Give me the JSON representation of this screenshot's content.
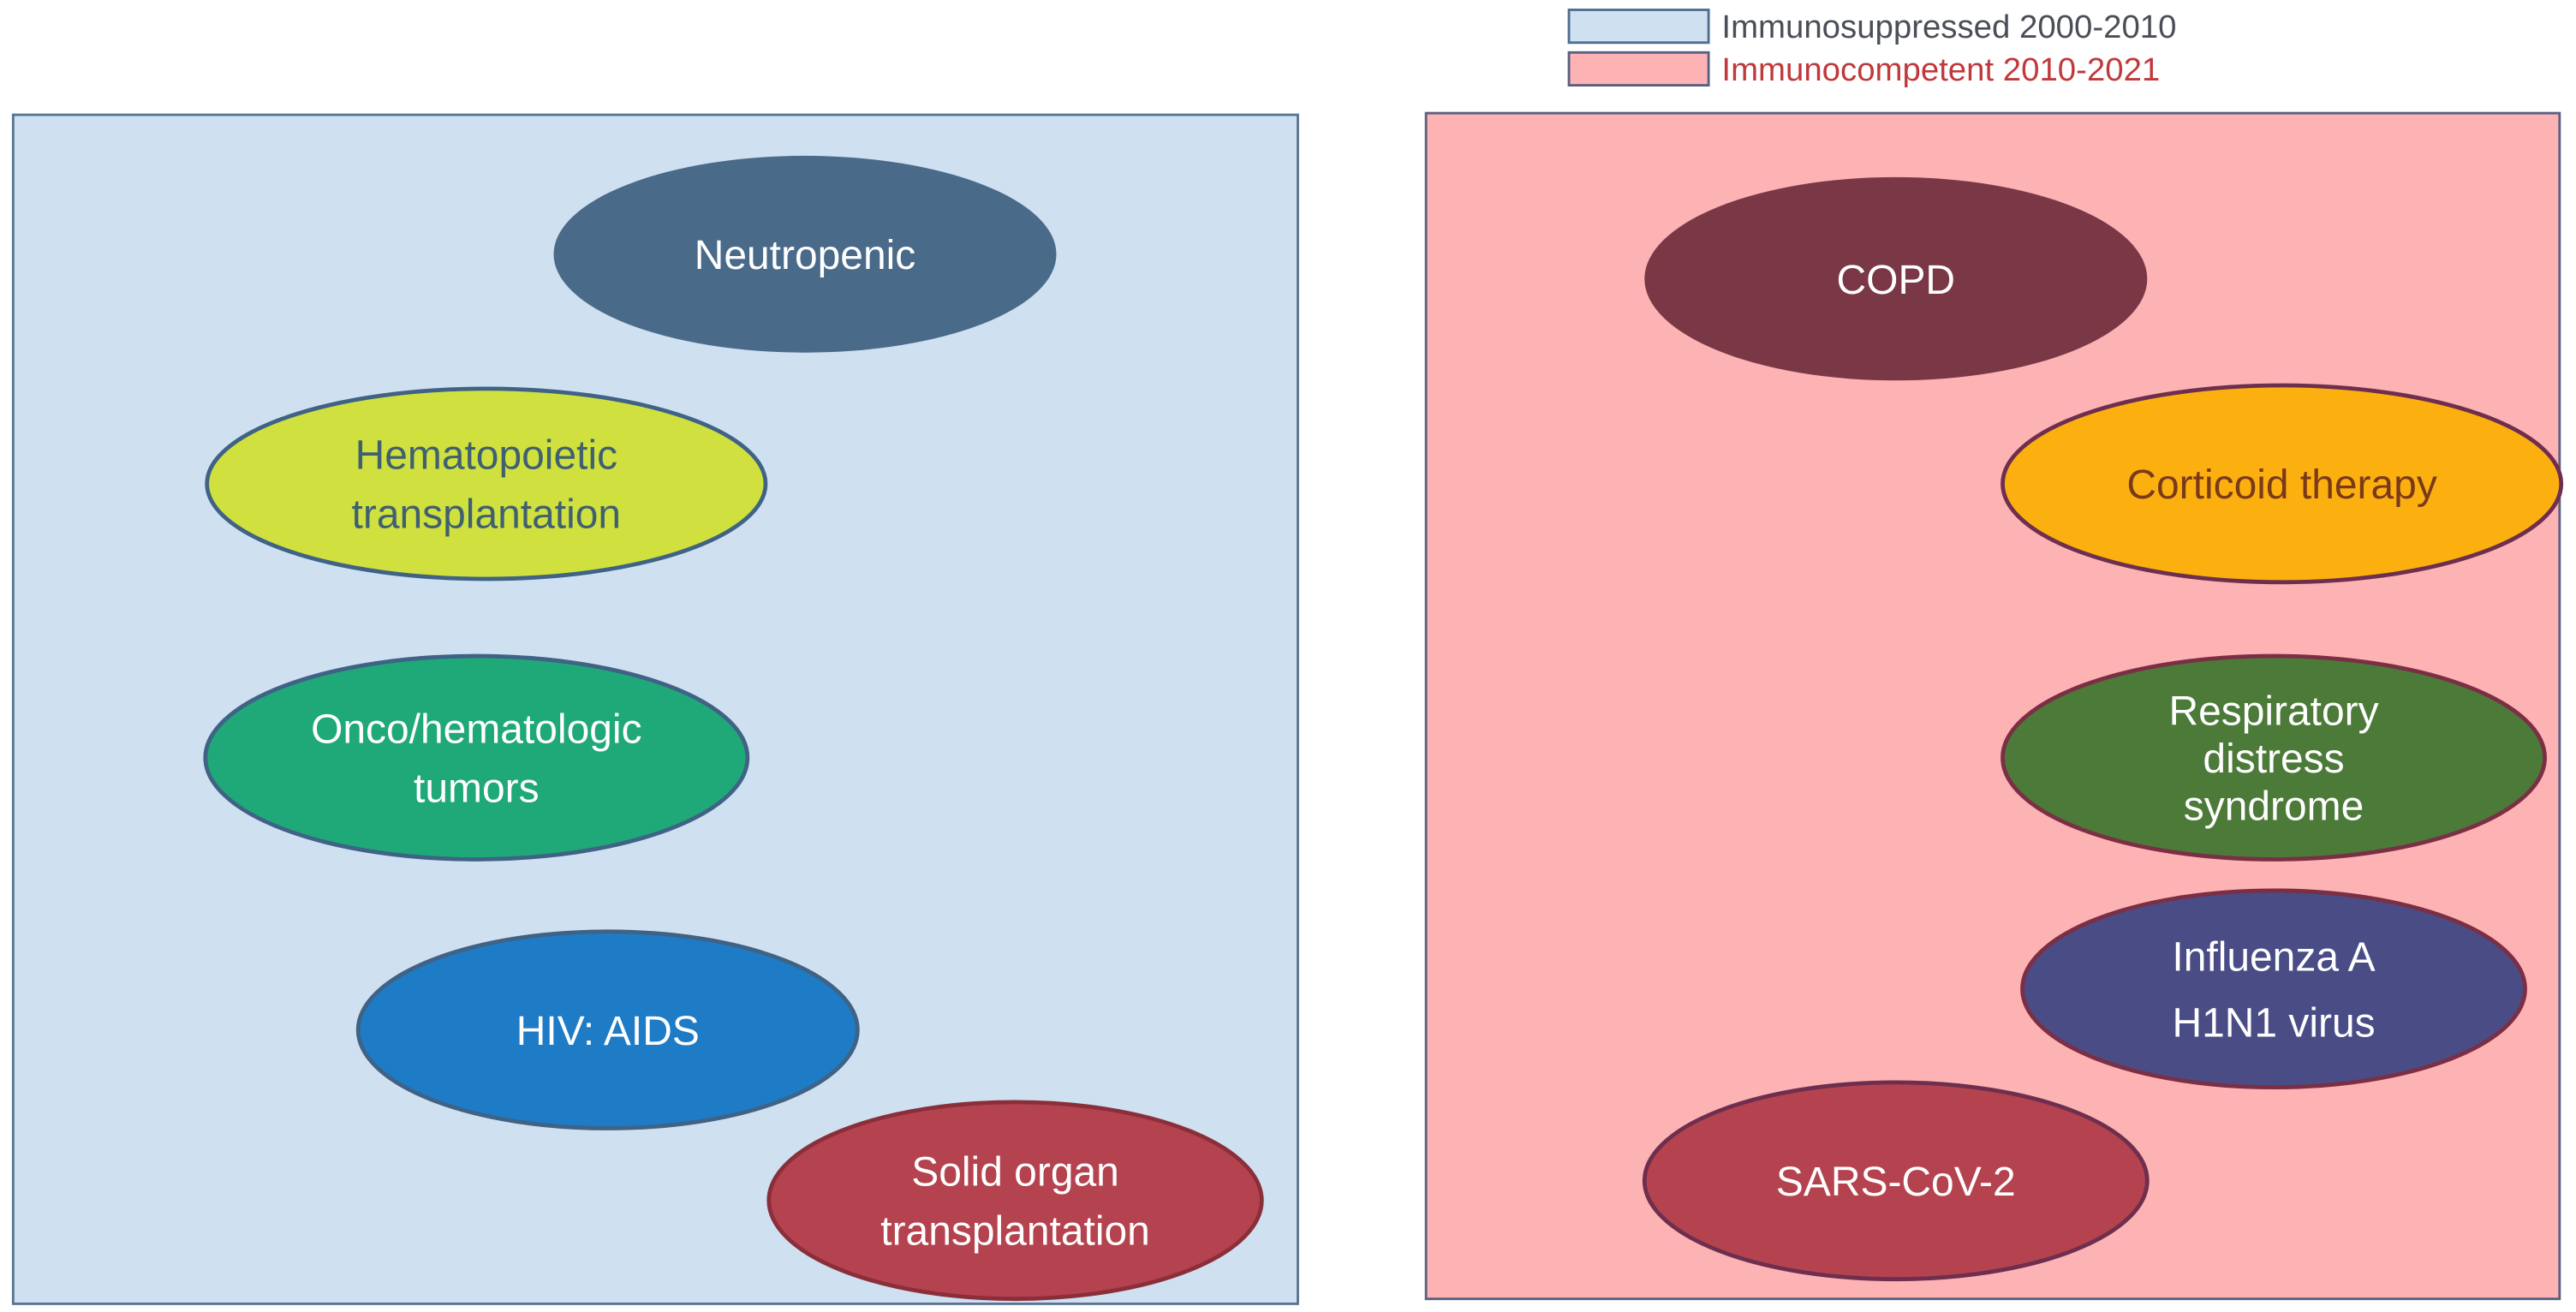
{
  "legend": {
    "items": [
      {
        "label": "Immunosuppressed 2000-2010",
        "swatch_color": "#cfe0f1",
        "text_color": "#4a4f57"
      },
      {
        "label": "Immunocompetent 2010-2021",
        "swatch_color": "#fdb2b4",
        "text_color": "#c0393b"
      }
    ]
  },
  "panels": {
    "immunosuppressed": {
      "background": "#cfe0f1",
      "border": "#5a7590",
      "nodes": [
        {
          "lines": [
            "Neutropenic"
          ],
          "fill": "#4a6a8a",
          "stroke": "none",
          "text_color": "#ffffff"
        },
        {
          "lines": [
            "Hematopoietic",
            "transplantation"
          ],
          "fill": "#cfe03f",
          "stroke": "#3f6285",
          "text_color": "#3f6070"
        },
        {
          "lines": [
            "Onco/hematologic",
            "tumors"
          ],
          "fill": "#1fa878",
          "stroke": "#3f6285",
          "text_color": "#ffffff"
        },
        {
          "lines": [
            "HIV: AIDS"
          ],
          "fill": "#1e7bc6",
          "stroke": "#3f6285",
          "text_color": "#ffffff"
        },
        {
          "lines": [
            "Solid organ",
            "transplantation"
          ],
          "fill": "#b4424f",
          "stroke": "#8a2f3a",
          "text_color": "#ffffff"
        }
      ]
    },
    "immunocompetent": {
      "background": "#fdb2b4",
      "border": "#5a6080",
      "nodes": [
        {
          "lines": [
            "COPD"
          ],
          "fill": "#7a3847",
          "stroke": "none",
          "text_color": "#ffffff"
        },
        {
          "lines": [
            "Corticoid therapy"
          ],
          "fill": "#fcb00f",
          "stroke": "#6e2f4e",
          "text_color": "#7a3a1a"
        },
        {
          "lines": [
            "Respiratory",
            "distress",
            "syndrome"
          ],
          "fill": "#4c7a38",
          "stroke": "#7a2f45",
          "text_color": "#ffffff"
        },
        {
          "lines": [
            "Influenza A",
            "H1N1 virus"
          ],
          "fill": "#4a4c86",
          "stroke": "#7a2f45",
          "text_color": "#ffffff"
        },
        {
          "lines": [
            "SARS-CoV-2"
          ],
          "fill": "#b4434f",
          "stroke": "#6e2f4e",
          "text_color": "#ffffff"
        }
      ]
    }
  }
}
